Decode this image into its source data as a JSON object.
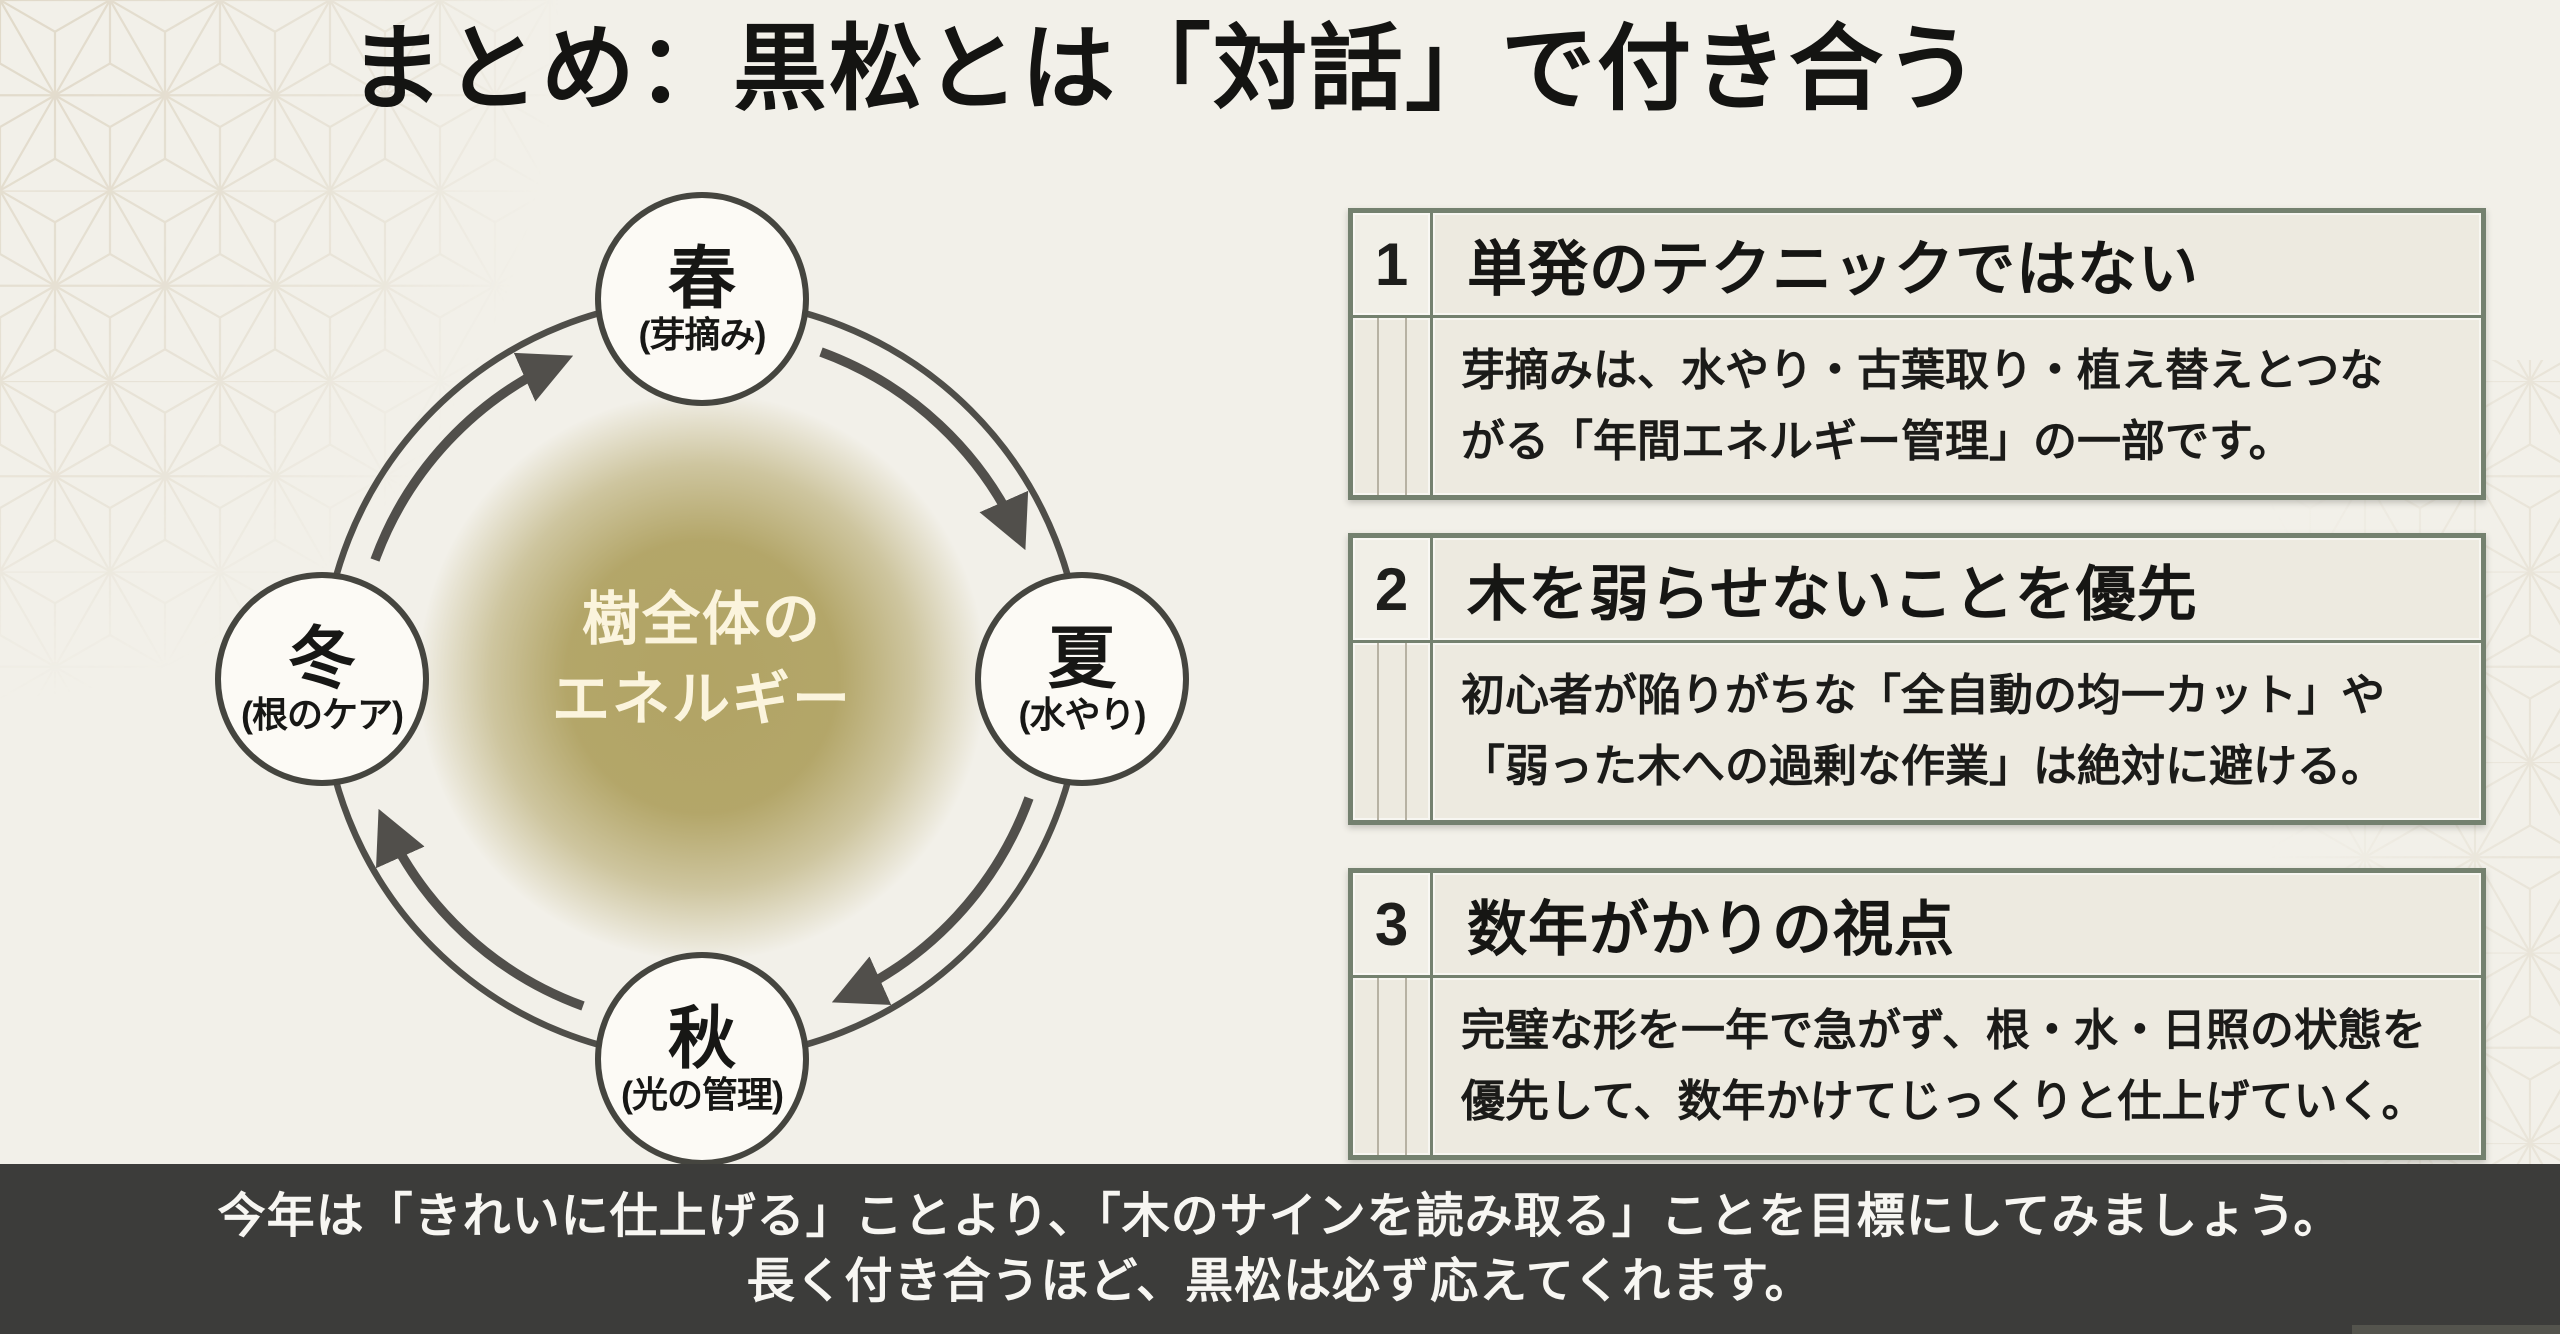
{
  "slide": {
    "title": "まとめ：黒松とは「対話」で付き合う"
  },
  "diagram": {
    "center": {
      "line1": "樹全体の",
      "line2": "エネルギー"
    },
    "seasons": [
      {
        "name": "春",
        "task": "(芽摘み)"
      },
      {
        "name": "夏",
        "task": "(水やり)"
      },
      {
        "name": "秋",
        "task": "(光の管理)"
      },
      {
        "name": "冬",
        "task": "(根のケア)"
      }
    ],
    "flow": "spring→summer→autumn→winter→spring (clockwise arrows)"
  },
  "points": [
    {
      "number": "1",
      "heading": "単発のテクニックではない",
      "body": "芽摘みは、水やり・古葉取り・植え替えとつな\nがる「年間エネルギー管理」の一部です。"
    },
    {
      "number": "2",
      "heading": "木を弱らせないことを優先",
      "body": "初心者が陥りがちな「全自動の均一カット」や\n「弱った木への過剰な作業」は絶対に避ける。"
    },
    {
      "number": "3",
      "heading": "数年がかりの視点",
      "body": "完璧な形を一年で急がず、根・水・日照の状態を\n優先して、数年かけてじっくりと仕上げていく。"
    }
  ],
  "footer": {
    "line1": "今年は「きれいに仕上げる」ことより、「木のサインを読み取る」ことを目標にしてみましょう。",
    "line2": "長く付き合うほど、黒松は必ず応えてくれます。"
  },
  "colors": {
    "background": "#f2f0e9",
    "box_border": "#74816f",
    "box_cell": "#edeae0",
    "center_blob": "#b0a262",
    "center_text": "#fbf4dd",
    "line_color": "#4f4e49",
    "footer_bg": "#3c3c3a",
    "footer_text": "#f7f6f2"
  }
}
